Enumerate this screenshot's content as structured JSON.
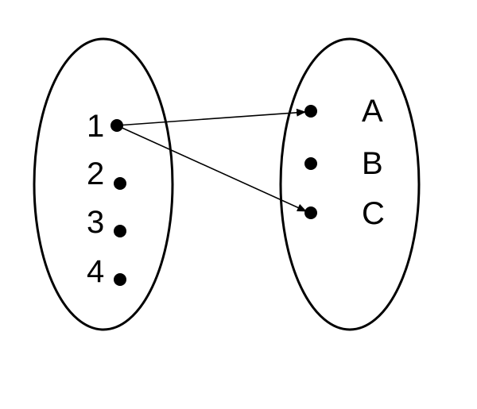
{
  "domain_set": {
    "elements": [
      "1",
      "2",
      "3",
      "4"
    ]
  },
  "codomain_set": {
    "elements": [
      "A",
      "B",
      "C"
    ]
  },
  "mappings": [
    {
      "from": "1",
      "to": "A"
    },
    {
      "from": "1",
      "to": "C"
    }
  ],
  "colors": {
    "stroke": "#000000",
    "background": "#ffffff"
  }
}
